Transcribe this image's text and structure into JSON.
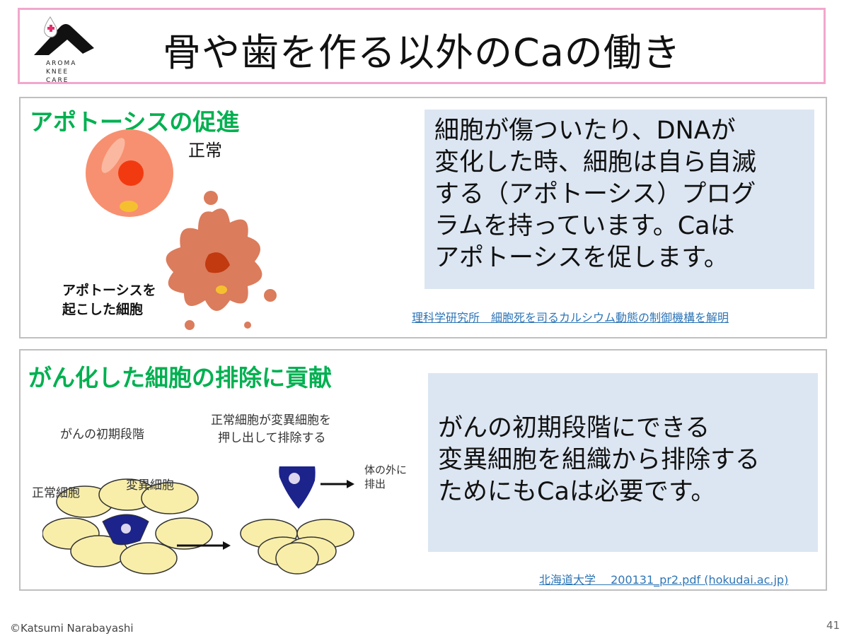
{
  "logo": {
    "text": "AROMA KNEE CARE",
    "lines": [
      "AROMA",
      "KNEE",
      "CARE"
    ]
  },
  "title": "骨や歯を作る以外のCaの働き",
  "section1": {
    "heading": "アポトーシスの促進",
    "label_normal": "正常",
    "label_apoptotic": [
      "アポトーシスを",
      "起こした細胞"
    ],
    "body": [
      "細胞が傷ついたり、DNAが",
      "変化した時、細胞は自ら自滅",
      "する（アポトーシス）プログ",
      "ラムを持っています。Caは",
      "アポトーシスを促します。"
    ],
    "source_link": "理科学研究所　細胞死を司るカルシウム動態の制御機構を解明"
  },
  "section2": {
    "heading": "がん化した細胞の排除に貢献",
    "diagram": {
      "stage": "がんの初期段階",
      "normal_cell": "正常細胞",
      "mutant_cell": "変異細胞",
      "caption": [
        "正常細胞が変異細胞を",
        "押し出して排除する"
      ],
      "expel": [
        "体の外に",
        "排出"
      ]
    },
    "body": [
      "がんの初期段階にできる",
      "変異細胞を組織から排除する",
      "ためにもCaは必要です。"
    ],
    "source_link": "北海道大学　 200131_pr2.pdf (hokudai.ac.jp)"
  },
  "footer": {
    "copyright": "©Katsumi Narabayashi",
    "page": "41"
  },
  "colors": {
    "heading": "#00b050",
    "box": "#dce6f2",
    "title_border": "#f2a7cc",
    "link": "#2e75b6"
  }
}
